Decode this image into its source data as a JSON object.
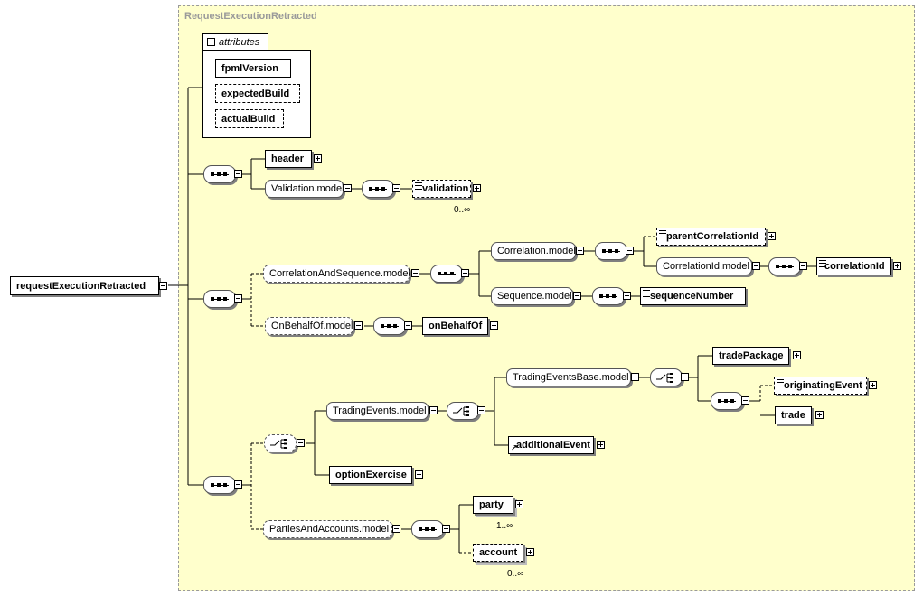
{
  "panel": {
    "title": "RequestExecutionRetracted"
  },
  "root": {
    "label": "requestExecutionRetracted"
  },
  "attributes": {
    "tab_label": "attributes",
    "items": [
      "fpmlVersion",
      "expectedBuild",
      "actualBuild"
    ]
  },
  "elements": {
    "header": "header",
    "validation_model": "Validation.model",
    "validation": "validation",
    "correlation_and_sequence": "CorrelationAndSequence.model",
    "correlation_model": "Correlation.model",
    "parent_correlation_id": "parentCorrelationId",
    "correlation_id_model": "CorrelationId.model",
    "correlation_id": "correlationId",
    "sequence_model": "Sequence.model",
    "sequence_number": "sequenceNumber",
    "on_behalf_of_model": "OnBehalfOf.model",
    "on_behalf_of": "onBehalfOf",
    "trading_events_model": "TradingEvents.model",
    "trading_events_base_model": "TradingEventsBase.model",
    "trade_package": "tradePackage",
    "originating_event": "originatingEvent",
    "trade": "trade",
    "additional_event": "additionalEvent",
    "option_exercise": "optionExercise",
    "parties_and_accounts": "PartiesAndAccounts.model",
    "party": "party",
    "account": "account"
  },
  "cardinalities": {
    "validation": "0..∞",
    "party": "1..∞",
    "account": "0..∞"
  },
  "colors": {
    "panel_bg": "#ffffcc",
    "panel_title": "#9a9a9a"
  }
}
